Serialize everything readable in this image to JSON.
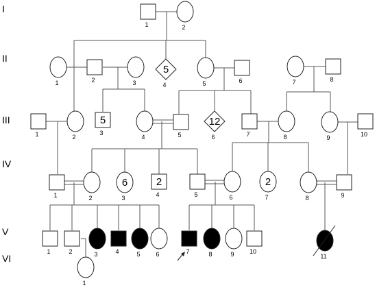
{
  "generations": [
    "I",
    "II",
    "III",
    "IV",
    "V",
    "VI"
  ],
  "individuals": {
    "I-1": {
      "label": "1",
      "shape": "square",
      "affected": false
    },
    "I-2": {
      "label": "2",
      "shape": "circle",
      "affected": false
    },
    "II-1": {
      "label": "1",
      "shape": "circle",
      "affected": false
    },
    "II-2": {
      "label": "2",
      "shape": "square",
      "affected": false
    },
    "II-3": {
      "label": "3",
      "shape": "circle",
      "affected": false
    },
    "II-4": {
      "label": "4",
      "shape": "diamond",
      "affected": false,
      "count": "5"
    },
    "II-5": {
      "label": "5",
      "shape": "circle",
      "affected": false
    },
    "II-6": {
      "label": "6",
      "shape": "square",
      "affected": false
    },
    "II-7": {
      "label": "7",
      "shape": "circle",
      "affected": false
    },
    "II-8": {
      "label": "8",
      "shape": "square",
      "affected": false
    },
    "III-1": {
      "label": "1",
      "shape": "square",
      "affected": false
    },
    "III-2": {
      "label": "2",
      "shape": "circle",
      "affected": false
    },
    "III-3": {
      "label": "3",
      "shape": "square",
      "affected": false,
      "count": "5"
    },
    "III-4": {
      "label": "4",
      "shape": "circle",
      "affected": false
    },
    "III-5": {
      "label": "5",
      "shape": "square",
      "affected": false
    },
    "III-6": {
      "label": "6",
      "shape": "diamond",
      "affected": false,
      "count": "12"
    },
    "III-7": {
      "label": "7",
      "shape": "square",
      "affected": false
    },
    "III-8": {
      "label": "8",
      "shape": "circle",
      "affected": false
    },
    "III-9": {
      "label": "9",
      "shape": "circle",
      "affected": false
    },
    "III-10": {
      "label": "10",
      "shape": "square",
      "affected": false
    },
    "IV-1": {
      "label": "1",
      "shape": "square",
      "affected": false
    },
    "IV-2": {
      "label": "2",
      "shape": "circle",
      "affected": false
    },
    "IV-3": {
      "label": "3",
      "shape": "circle",
      "affected": false,
      "count": "6"
    },
    "IV-4": {
      "label": "4",
      "shape": "square",
      "affected": false,
      "count": "2"
    },
    "IV-5": {
      "label": "5",
      "shape": "square",
      "affected": false
    },
    "IV-6": {
      "label": "6",
      "shape": "circle",
      "affected": false
    },
    "IV-7": {
      "label": "7",
      "shape": "circle",
      "affected": false,
      "count": "2"
    },
    "IV-8": {
      "label": "8",
      "shape": "circle",
      "affected": false
    },
    "IV-9": {
      "label": "9",
      "shape": "square",
      "affected": false
    },
    "V-1": {
      "label": "1",
      "shape": "square",
      "affected": false
    },
    "V-2": {
      "label": "2",
      "shape": "square",
      "affected": false
    },
    "V-3": {
      "label": "3",
      "shape": "circle",
      "affected": true
    },
    "V-4": {
      "label": "4",
      "shape": "square",
      "affected": true
    },
    "V-5": {
      "label": "5",
      "shape": "circle",
      "affected": true
    },
    "V-6": {
      "label": "6",
      "shape": "circle",
      "affected": false
    },
    "V-7": {
      "label": "7",
      "shape": "square",
      "affected": true,
      "proband": true
    },
    "V-8": {
      "label": "8",
      "shape": "circle",
      "affected": true
    },
    "V-9": {
      "label": "9",
      "shape": "circle",
      "affected": false
    },
    "V-10": {
      "label": "10",
      "shape": "square",
      "affected": false
    },
    "V-11": {
      "label": "11",
      "shape": "circle",
      "affected": true,
      "deceased": true
    },
    "VI-1": {
      "label": "1",
      "shape": "circle",
      "affected": false
    }
  },
  "unions": [
    {
      "partners": [
        "I-1",
        "I-2"
      ],
      "consanguineous": false,
      "children": [
        "II-1",
        "II-4",
        "II-5"
      ]
    },
    {
      "partners": [
        "II-2",
        "II-3"
      ],
      "consanguineous": false,
      "children": [
        "III-3",
        "III-4"
      ]
    },
    {
      "partners": [
        "II-5",
        "II-6"
      ],
      "consanguineous": false,
      "children": [
        "III-5",
        "III-6",
        "III-7"
      ]
    },
    {
      "partners": [
        "II-7",
        "II-8"
      ],
      "consanguineous": false,
      "children": [
        "III-8",
        "III-9"
      ]
    },
    {
      "partners": [
        "II-1",
        "II-2"
      ],
      "consanguineous": false,
      "children": [
        "III-2"
      ]
    },
    {
      "partners": [
        "III-1",
        "III-2"
      ],
      "consanguineous": false,
      "children": [
        "IV-1"
      ]
    },
    {
      "partners": [
        "III-4",
        "III-5"
      ],
      "consanguineous": true,
      "children": [
        "IV-2",
        "IV-3",
        "IV-4",
        "IV-5"
      ]
    },
    {
      "partners": [
        "III-7",
        "III-8"
      ],
      "consanguineous": false,
      "children": [
        "IV-6",
        "IV-7",
        "IV-8"
      ]
    },
    {
      "partners": [
        "III-9",
        "III-10"
      ],
      "consanguineous": false,
      "children": [
        "IV-9"
      ]
    },
    {
      "partners": [
        "IV-1",
        "IV-2"
      ],
      "consanguineous": true,
      "children": [
        "V-1",
        "V-2",
        "V-3",
        "V-4",
        "V-5",
        "V-6"
      ]
    },
    {
      "partners": [
        "IV-5",
        "IV-6"
      ],
      "consanguineous": true,
      "children": [
        "V-7",
        "V-8",
        "V-9",
        "V-10"
      ]
    },
    {
      "partners": [
        "IV-8",
        "IV-9"
      ],
      "consanguineous": true,
      "children": [
        "V-11"
      ]
    },
    {
      "partners": [
        "V-2"
      ],
      "consanguineous": false,
      "children": [
        "VI-1"
      ]
    }
  ],
  "colors": {
    "line": "#555555",
    "stroke": "#222222",
    "affected_fill": "#000000",
    "unaffected_fill": "#ffffff"
  }
}
